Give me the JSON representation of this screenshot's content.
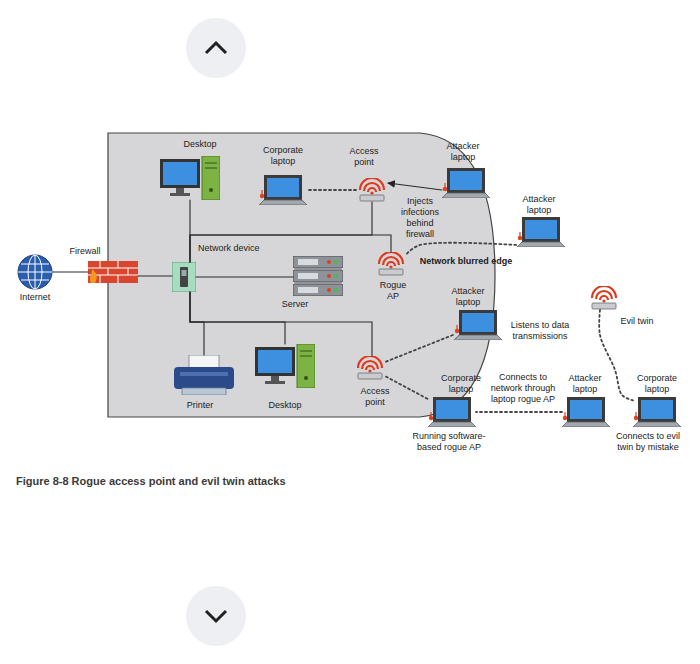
{
  "diagram": {
    "caption": "Figure 8-8 Rogue access point and evil twin attacks",
    "nodes": [
      {
        "text": [
          "Internet"
        ]
      },
      {
        "text": [
          "Firewall"
        ]
      },
      {
        "text": [
          "Desktop"
        ]
      },
      {
        "text": [
          "Corporate laptop"
        ]
      },
      {
        "text": [
          "Access point"
        ]
      },
      {
        "text": [
          "Attacker laptop"
        ]
      },
      {
        "text": [
          "Attacker laptop"
        ]
      },
      {
        "text": [
          "Network device"
        ]
      },
      {
        "text": [
          "Server"
        ]
      },
      {
        "text": [
          "Rogue AP"
        ]
      },
      {
        "text": [
          "Attacker laptop",
          "Listens to data transmissions"
        ]
      },
      {
        "text": [
          "Evil twin"
        ]
      },
      {
        "text": [
          "Printer"
        ]
      },
      {
        "text": [
          "Desktop"
        ]
      },
      {
        "text": [
          "Access point"
        ]
      },
      {
        "text": [
          "Corporate laptop",
          "Running software-based rogue AP"
        ]
      },
      {
        "text": [
          "Attacker laptop"
        ]
      },
      {
        "text": [
          "Corporate laptop",
          "Connects to evil twin by mistake"
        ]
      }
    ],
    "edges": [
      {
        "from": 0,
        "to": 1,
        "arrow": "none"
      },
      {
        "from": 1,
        "to": 7,
        "arrow": "none"
      },
      {
        "from": 7,
        "to": 2,
        "arrow": "none"
      },
      {
        "from": 7,
        "to": 4,
        "arrow": "none"
      },
      {
        "from": 7,
        "to": 9,
        "arrow": "none"
      },
      {
        "from": 7,
        "to": 8,
        "arrow": "none"
      },
      {
        "from": 7,
        "to": 12,
        "arrow": "none"
      },
      {
        "from": 7,
        "to": 13,
        "arrow": "none"
      },
      {
        "from": 7,
        "to": 14,
        "arrow": "none"
      },
      {
        "from": 4,
        "to": 3,
        "arrow": "none"
      },
      {
        "from": 5,
        "to": 4,
        "label": "Injects infections behind firewall",
        "arrow": "to"
      },
      {
        "from": 9,
        "to": 6,
        "arrow": "none"
      },
      {
        "from": 14,
        "to": 10,
        "arrow": "none"
      },
      {
        "from": 14,
        "to": 15,
        "arrow": "none"
      },
      {
        "from": 16,
        "to": 15,
        "label": "Connects to network through laptop rogue AP",
        "arrow": "none"
      },
      {
        "from": 11,
        "to": 17,
        "arrow": "none"
      }
    ],
    "labels": [
      "Network blurred edge"
    ]
  }
}
